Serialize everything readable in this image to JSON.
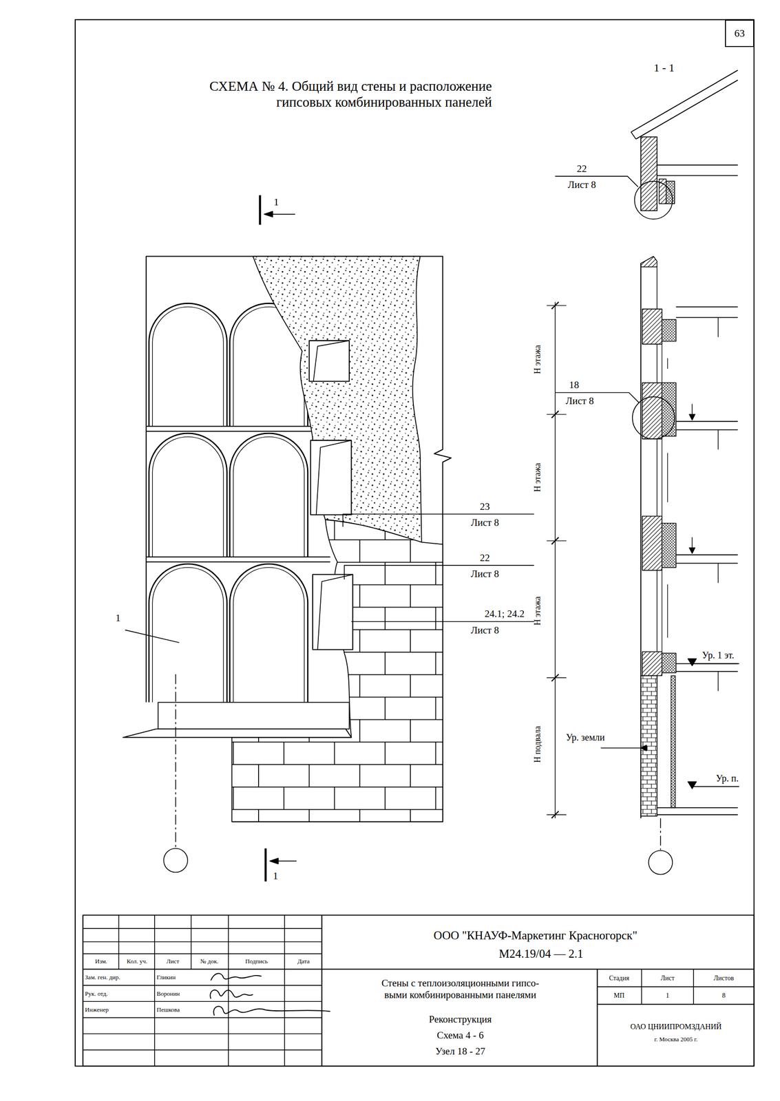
{
  "diagram": {
    "title": "СХЕМА № 4. Общий вид стены и расположение гипсовых комбинированных панелей",
    "nodes": [
      {
        "text": [
          "63"
        ]
      }
    ],
    "labels": [
      "1 - 1",
      "22",
      "Лист 8",
      "1",
      "18",
      "Лист 8",
      "Н этажа",
      "23",
      "Лист 8",
      "Н этажа",
      "22",
      "Лист 8",
      "1",
      "24.1; 24.2",
      "Лист 8",
      "Н этажа",
      "Ур. 1 эт.",
      "Ур. земли",
      "Н подвала",
      "Ур. п.",
      "1",
      "Изм.",
      "Кол. уч.",
      "Лист",
      "№ док.",
      "Подпись",
      "Дата",
      "Зам. ген. дир.",
      "Гликин",
      "Рук. отд.",
      "Воронин",
      "Инженер",
      "Пешкова",
      "ООО \"КНАУФ-Маркетинг Красногорск\"",
      "М24.19/04 — 2.1",
      "Стены с теплоизоляционными гипсо- выми комбинированными панелями",
      "Реконструкция",
      "Схема 4 - 6",
      "Узел 18 - 27",
      "Стадия",
      "Лист",
      "Листов",
      "МП",
      "1",
      "8",
      "ОАО ЦНИИПРОМЗДАНИЙ",
      "г. Москва 2005 г."
    ]
  }
}
